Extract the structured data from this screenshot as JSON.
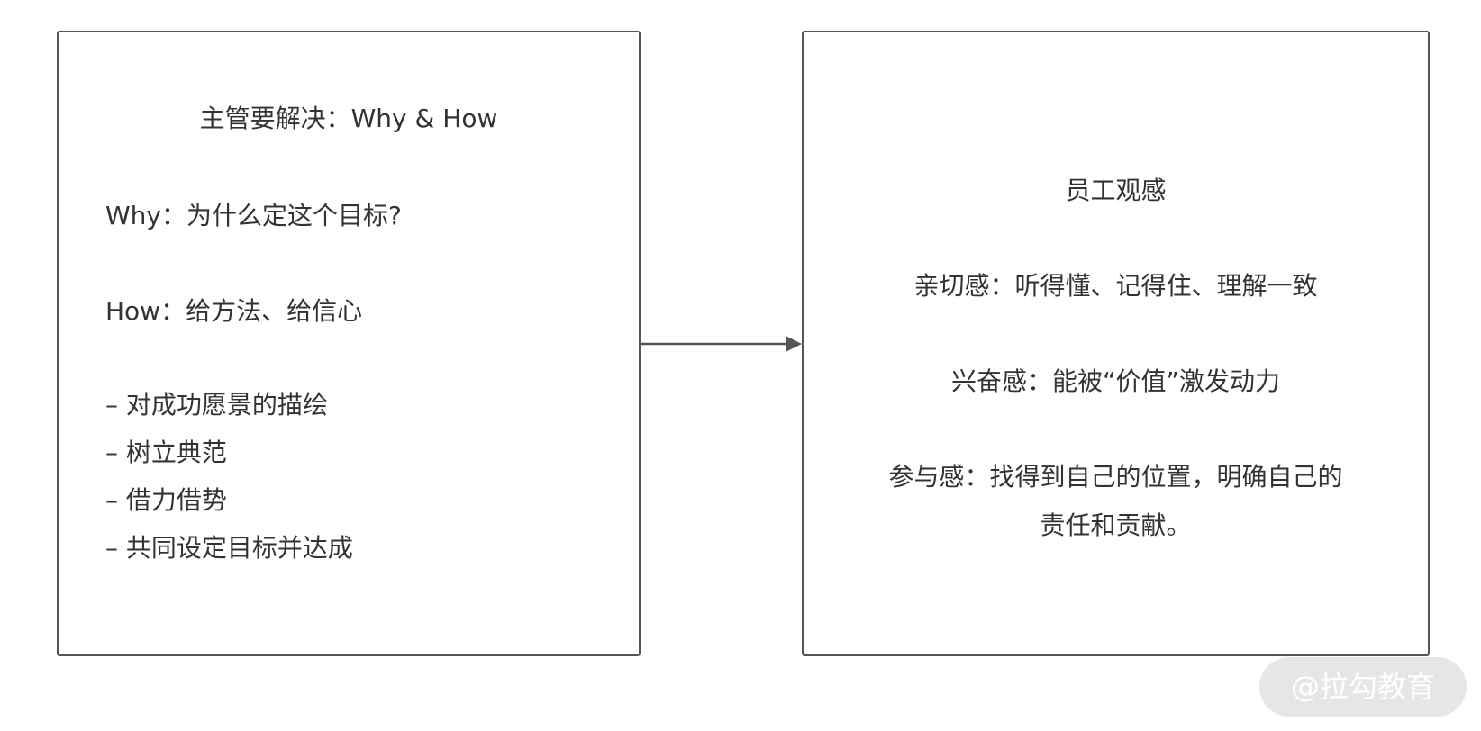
{
  "left_box": {
    "title": "主管要解决：Why & How",
    "why": "Why：为什么定这个目标?",
    "how": "How：给方法、给信心",
    "bullets": [
      "– 对成功愿景的描绘",
      "– 树立典范",
      "– 借力借势",
      "– 共同设定目标并达成"
    ]
  },
  "right_box": {
    "title": "员工观感",
    "affinity": "亲切感：听得懂、记得住、理解一致",
    "excitement": "兴奋感：能被“价值”激发动力",
    "participation_line1": "参与感：找得到自己的位置，明确自己的",
    "participation_line2": "责任和贡献。"
  },
  "watermark": "@拉勾教育",
  "colors": {
    "border": "#555555",
    "text": "#333333",
    "arrow": "#555555",
    "watermark_bg": "#e6e6e6",
    "watermark_text": "#ffffff"
  }
}
